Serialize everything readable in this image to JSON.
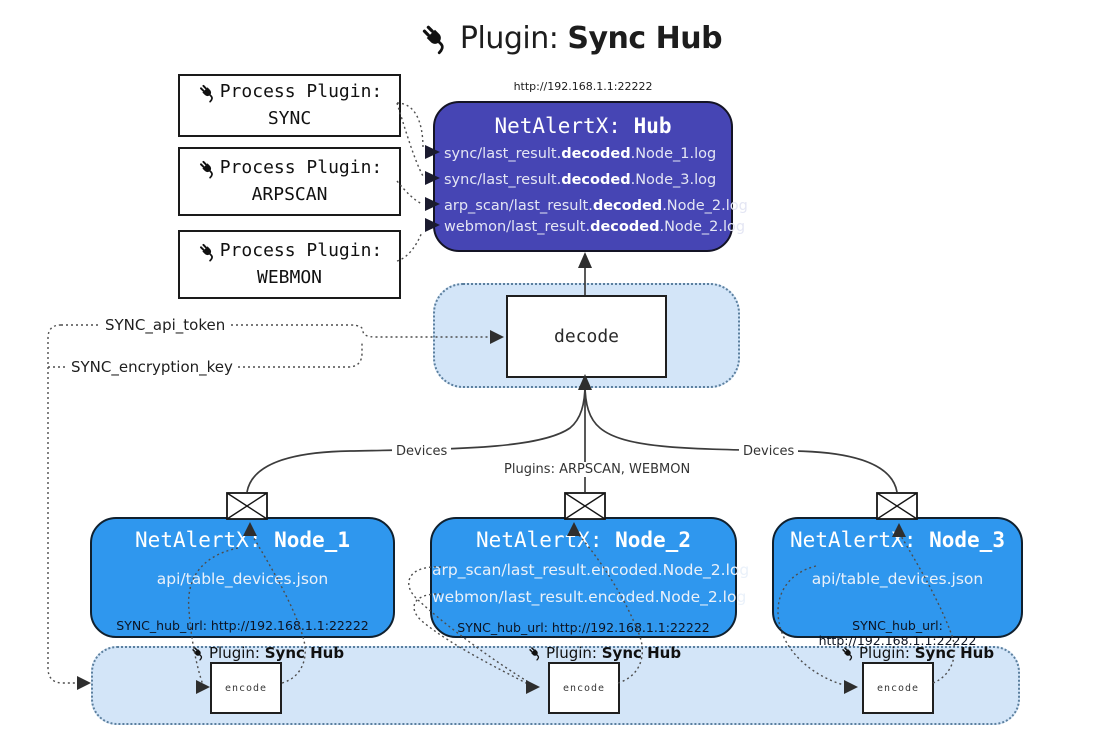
{
  "title": {
    "prefix": "Plugin: ",
    "bold": "Sync Hub"
  },
  "process_plugins": [
    {
      "line1": "Process Plugin:",
      "name": "SYNC"
    },
    {
      "line1": "Process Plugin:",
      "name": "ARPSCAN"
    },
    {
      "line1": "Process Plugin:",
      "name": "WEBMON"
    }
  ],
  "hub": {
    "url": "http://192.168.1.1:22222",
    "title_prefix": "NetAlertX: ",
    "title_bold": "Hub",
    "lines": [
      {
        "pre": "sync/last_result.",
        "bold": "decoded",
        "post": ".Node_1.log"
      },
      {
        "pre": "sync/last_result.",
        "bold": "decoded",
        "post": ".Node_3.log"
      },
      {
        "pre": "arp_scan/last_result.",
        "bold": "decoded",
        "post": ".Node_2.log"
      },
      {
        "pre": "webmon/last_result.",
        "bold": "decoded",
        "post": ".Node_2.log"
      }
    ]
  },
  "decode_label": "decode",
  "encode_label": "encode",
  "keys": {
    "api_token": "SYNC_api_token",
    "encryption_key": "SYNC_encryption_key"
  },
  "edges": {
    "devices_left": "Devices",
    "devices_right": "Devices",
    "plugins_mid": "Plugins: ARPSCAN, WEBMON"
  },
  "nodes": [
    {
      "title_prefix": "NetAlertX: ",
      "title_bold": "Node_1",
      "lines": [
        "api/table_devices.json"
      ],
      "hub_url": "SYNC_hub_url: http://192.168.1.1:22222"
    },
    {
      "title_prefix": "NetAlertX: ",
      "title_bold": "Node_2",
      "lines": [
        "arp_scan/last_result.encoded.Node_2.log",
        "webmon/last_result.encoded.Node_2.log"
      ],
      "hub_url": "SYNC_hub_url: http://192.168.1.1:22222"
    },
    {
      "title_prefix": "NetAlertX: ",
      "title_bold": "Node_3",
      "lines": [
        "api/table_devices.json"
      ],
      "hub_url": "SYNC_hub_url: http://192.168.1.1:22222"
    }
  ],
  "encode_plugin_label": {
    "prefix": "Plugin: ",
    "bold": "Sync Hub"
  },
  "icons": {
    "plug": "plug-icon",
    "envelope": "envelope-icon"
  },
  "colors": {
    "hub_fill": "#4645b4",
    "node_fill": "#2f97ee",
    "container_fill": "#d3e5f8",
    "container_border": "#5b7f9e",
    "line": "#3c3c3c",
    "background": "#ffffff"
  }
}
